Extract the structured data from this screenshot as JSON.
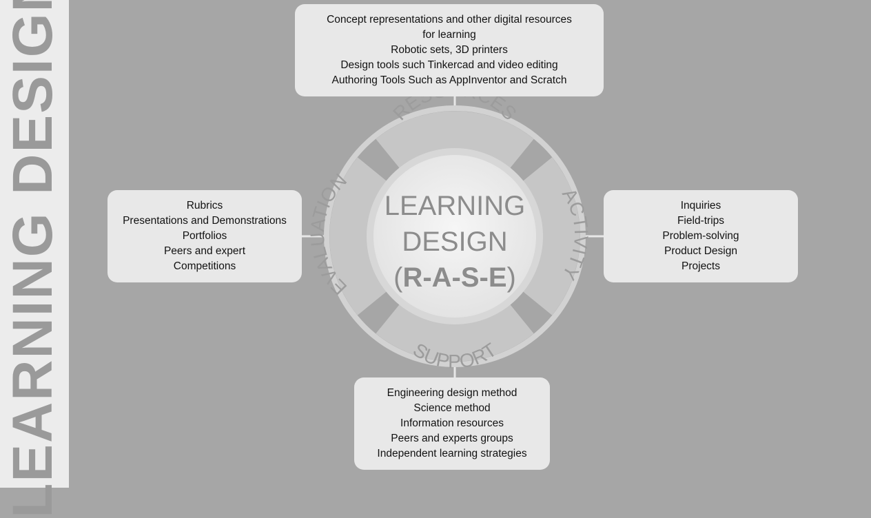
{
  "side_title": "LEARNING DESIGN",
  "hub": {
    "line1": "LEARNING",
    "line2": "DESIGN",
    "line3_open": "(",
    "line3_bold": "R-A-S-E",
    "line3_close": ")"
  },
  "segments": {
    "top": "RESOURCES",
    "right": "ACTIVITY",
    "bottom": "SUPPORT",
    "left": "EVALUATION"
  },
  "boxes": {
    "resources": [
      "Concept representations and other digital resources",
      "for learning",
      "Robotic sets, 3D printers",
      "Design tools such Tinkercad and video editing",
      "Authoring Tools Such as AppInventor and Scratch"
    ],
    "evaluation": [
      "Rubrics",
      "Presentations and Demonstrations",
      "Portfolios",
      "Peers and expert",
      "Competitions"
    ],
    "activity": [
      "Inquiries",
      "Field-trips",
      "Problem-solving",
      "Product Design",
      "Projects"
    ],
    "support": [
      "Engineering design method",
      "Science method",
      "Information resources",
      "Peers and experts groups",
      "Independent learning strategies"
    ]
  },
  "colors": {
    "background": "#a6a6a6",
    "sidebar": "#ececec",
    "box": "#e8e8e8",
    "ring": "#d2d2d2",
    "segment": "#c6c6c6",
    "segment_text": "#9c9c9c",
    "hub_text": "#8c8c8c"
  }
}
